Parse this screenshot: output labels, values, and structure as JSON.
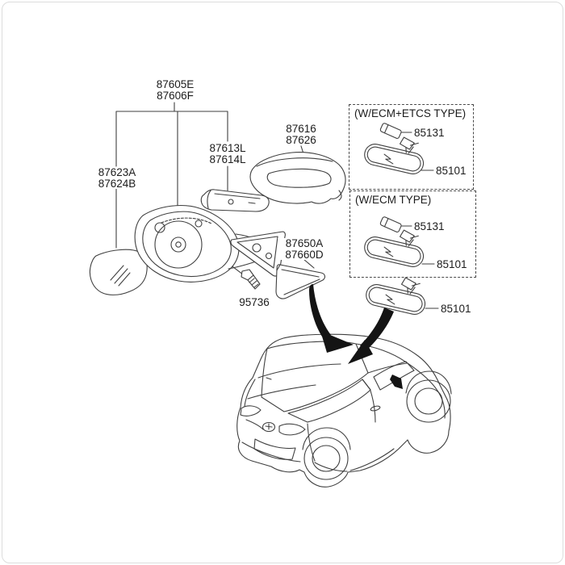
{
  "colors": {
    "background": "#ffffff",
    "line": "#3f3f3f",
    "text": "#1c1c1c",
    "arrow": "#141414",
    "frame": "#dcdcdc"
  },
  "labels": {
    "mirror_assembly": {
      "l1": "87605E",
      "l2": "87606F"
    },
    "mirror_glass": {
      "l1": "87623A",
      "l2": "87624B"
    },
    "signal_lamp": {
      "l1": "87613L",
      "l2": "87614L"
    },
    "mirror_scalp": {
      "l1": "87616",
      "l2": "87626"
    },
    "corner_cover": {
      "l1": "87650A",
      "l2": "87660D"
    },
    "screw": {
      "l1": "95736"
    }
  },
  "inset_boxes": {
    "ecm_etcs": {
      "title": "(W/ECM+ETCS TYPE)",
      "sensor_label": "85131",
      "mirror_label": "85101"
    },
    "ecm": {
      "title": "(W/ECM TYPE)",
      "sensor_label": "85131",
      "mirror_label": "85101"
    },
    "standard": {
      "mirror_label": "85101"
    }
  }
}
